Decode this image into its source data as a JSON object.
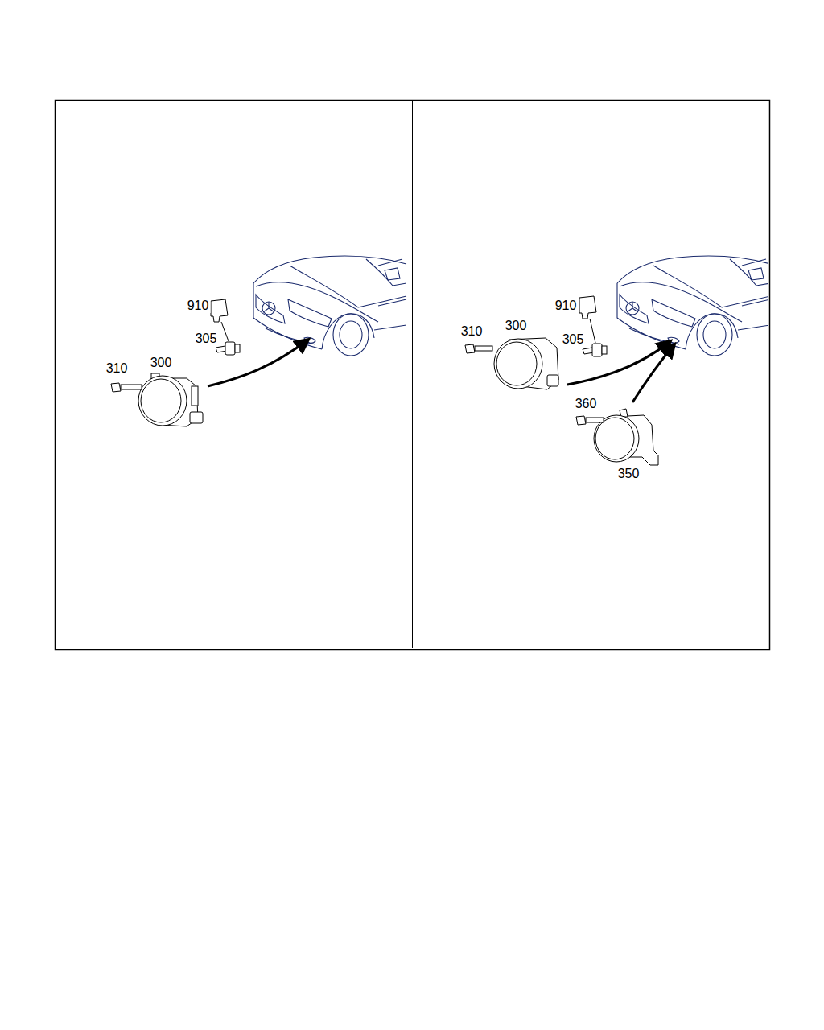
{
  "diagram": {
    "labels": [
      "910",
      "305",
      "310",
      "300",
      "910",
      "310",
      "300",
      "305",
      "360",
      "350"
    ]
  }
}
